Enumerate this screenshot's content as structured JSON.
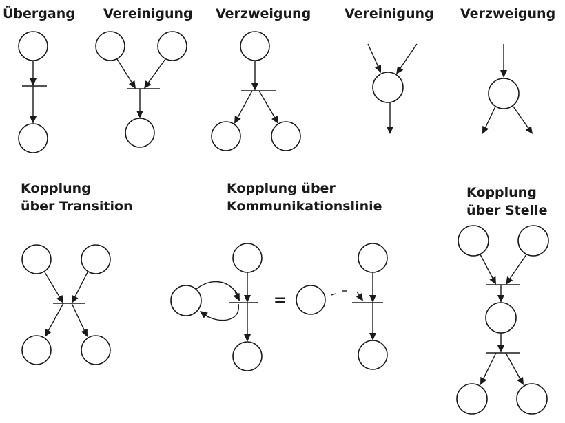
{
  "labels": {
    "uebergang": "Übergang",
    "vereinigung1": "Vereinigung",
    "verzweigung1": "Verzweigung",
    "vereinigung2": "Vereinigung",
    "verzweigung2": "Verzweigung",
    "kopplung_transition_1": "Kopplung",
    "kopplung_transition_2": "über Transition",
    "kopplung_kommunikation_1": "Kopplung über",
    "kopplung_kommunikation_2": "Kommunikationslinie",
    "kopplung_stelle_1": "Kopplung",
    "kopplung_stelle_2": "über Stelle",
    "equals": "="
  },
  "colors": {
    "ink": "#1a1a1a",
    "background": "#ffffff"
  }
}
